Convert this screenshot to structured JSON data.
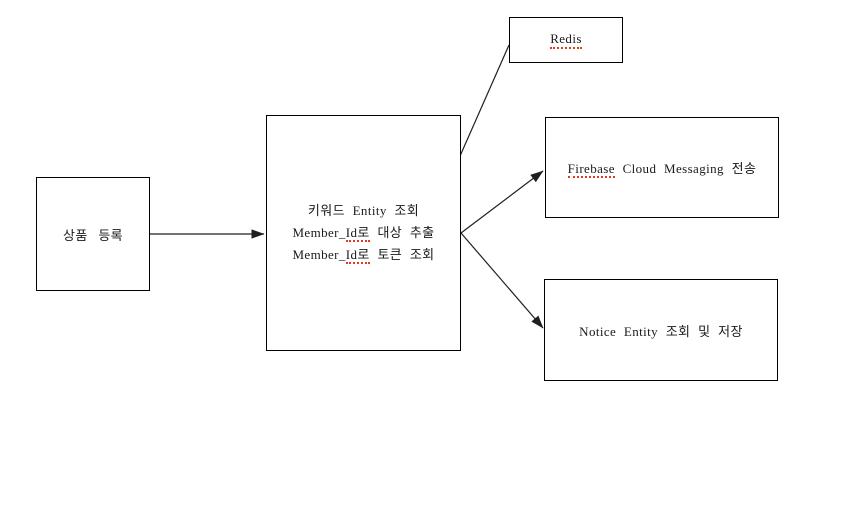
{
  "diagram": {
    "background_color": "#ffffff",
    "box_border_color": "#000000",
    "arrow_color": "#1f1f1f",
    "spellcheck_underline_color": "#e8391f",
    "nodes": {
      "product": {
        "label": "상품 등록"
      },
      "process": {
        "line1": "키워드 Entity 조회",
        "line2_prefix": "Member_",
        "line2_flagged": "Id로",
        "line2_suffix": " 대상 추출",
        "line3_prefix": "Member_",
        "line3_flagged": "Id로",
        "line3_suffix": " 토큰 조회"
      },
      "redis": {
        "label_flagged": "Redis"
      },
      "firebase": {
        "label_flagged": "Firebase",
        "label_rest": " Cloud Messaging 전송"
      },
      "notice": {
        "label": "Notice Entity 조회 및 저장"
      }
    },
    "edges": [
      {
        "from": "product",
        "to": "process"
      },
      {
        "from": "redis",
        "to": "process"
      },
      {
        "from": "process",
        "to": "firebase"
      },
      {
        "from": "process",
        "to": "notice"
      }
    ]
  }
}
